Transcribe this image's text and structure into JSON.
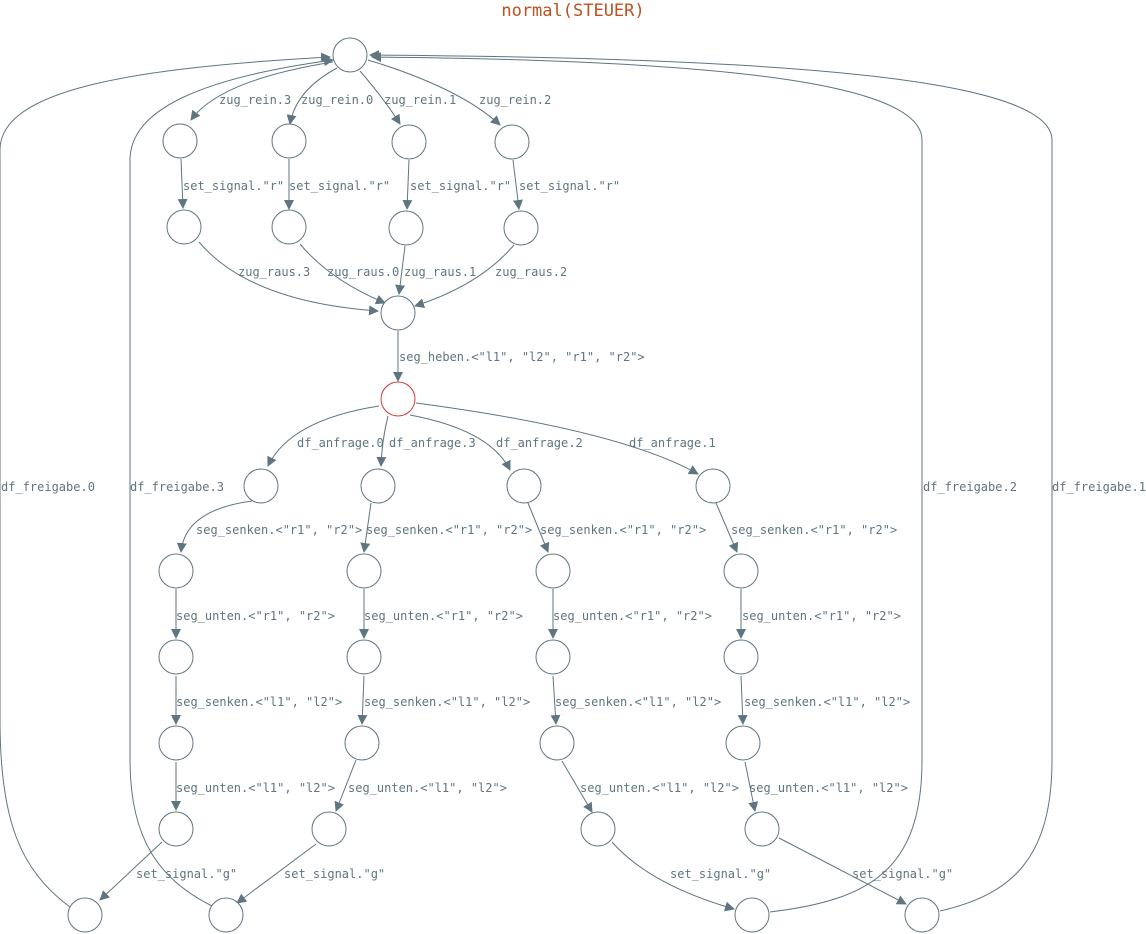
{
  "title": "normal(STEUER)",
  "colors": {
    "title": "#c0501f",
    "edge": "#5f7580",
    "node": "#5f7580",
    "initial_node": "#d23a3a",
    "label": "#5f7580"
  },
  "labels": {
    "zug_rein_3": "zug_rein.3",
    "zug_rein_0": "zug_rein.0",
    "zug_rein_1": "zug_rein.1",
    "zug_rein_2": "zug_rein.2",
    "set_signal_r_a": "set_signal.\"r\"",
    "set_signal_r_b": "set_signal.\"r\"",
    "set_signal_r_c": "set_signal.\"r\"",
    "set_signal_r_d": "set_signal.\"r\"",
    "zug_raus_3": "zug_raus.3",
    "zug_raus_0": "zug_raus.0",
    "zug_raus_1": "zug_raus.1",
    "zug_raus_2": "zug_raus.2",
    "seg_heben": "seg_heben.<\"l1\", \"l2\", \"r1\", \"r2\">",
    "df_anfrage_0": "df_anfrage.0",
    "df_anfrage_3": "df_anfrage.3",
    "df_anfrage_2": "df_anfrage.2",
    "df_anfrage_1": "df_anfrage.1",
    "seg_senken_r_a": "seg_senken.<\"r1\", \"r2\">",
    "seg_senken_r_b": "seg_senken.<\"r1\", \"r2\">",
    "seg_senken_r_c": "seg_senken.<\"r1\", \"r2\">",
    "seg_senken_r_d": "seg_senken.<\"r1\", \"r2\">",
    "seg_unten_r_a": "seg_unten.<\"r1\", \"r2\">",
    "seg_unten_r_b": "seg_unten.<\"r1\", \"r2\">",
    "seg_unten_r_c": "seg_unten.<\"r1\", \"r2\">",
    "seg_unten_r_d": "seg_unten.<\"r1\", \"r2\">",
    "seg_senken_l_a": "seg_senken.<\"l1\", \"l2\">",
    "seg_senken_l_b": "seg_senken.<\"l1\", \"l2\">",
    "seg_senken_l_c": "seg_senken.<\"l1\", \"l2\">",
    "seg_senken_l_d": "seg_senken.<\"l1\", \"l2\">",
    "seg_unten_l_a": "seg_unten.<\"l1\", \"l2\">",
    "seg_unten_l_b": "seg_unten.<\"l1\", \"l2\">",
    "seg_unten_l_c": "seg_unten.<\"l1\", \"l2\">",
    "seg_unten_l_d": "seg_unten.<\"l1\", \"l2\">",
    "set_signal_g_a": "set_signal.\"g\"",
    "set_signal_g_b": "set_signal.\"g\"",
    "set_signal_g_c": "set_signal.\"g\"",
    "set_signal_g_d": "set_signal.\"g\"",
    "df_freigabe_0": "df_freigabe.0",
    "df_freigabe_3": "df_freigabe.3",
    "df_freigabe_2": "df_freigabe.2",
    "df_freigabe_1": "df_freigabe.1"
  }
}
